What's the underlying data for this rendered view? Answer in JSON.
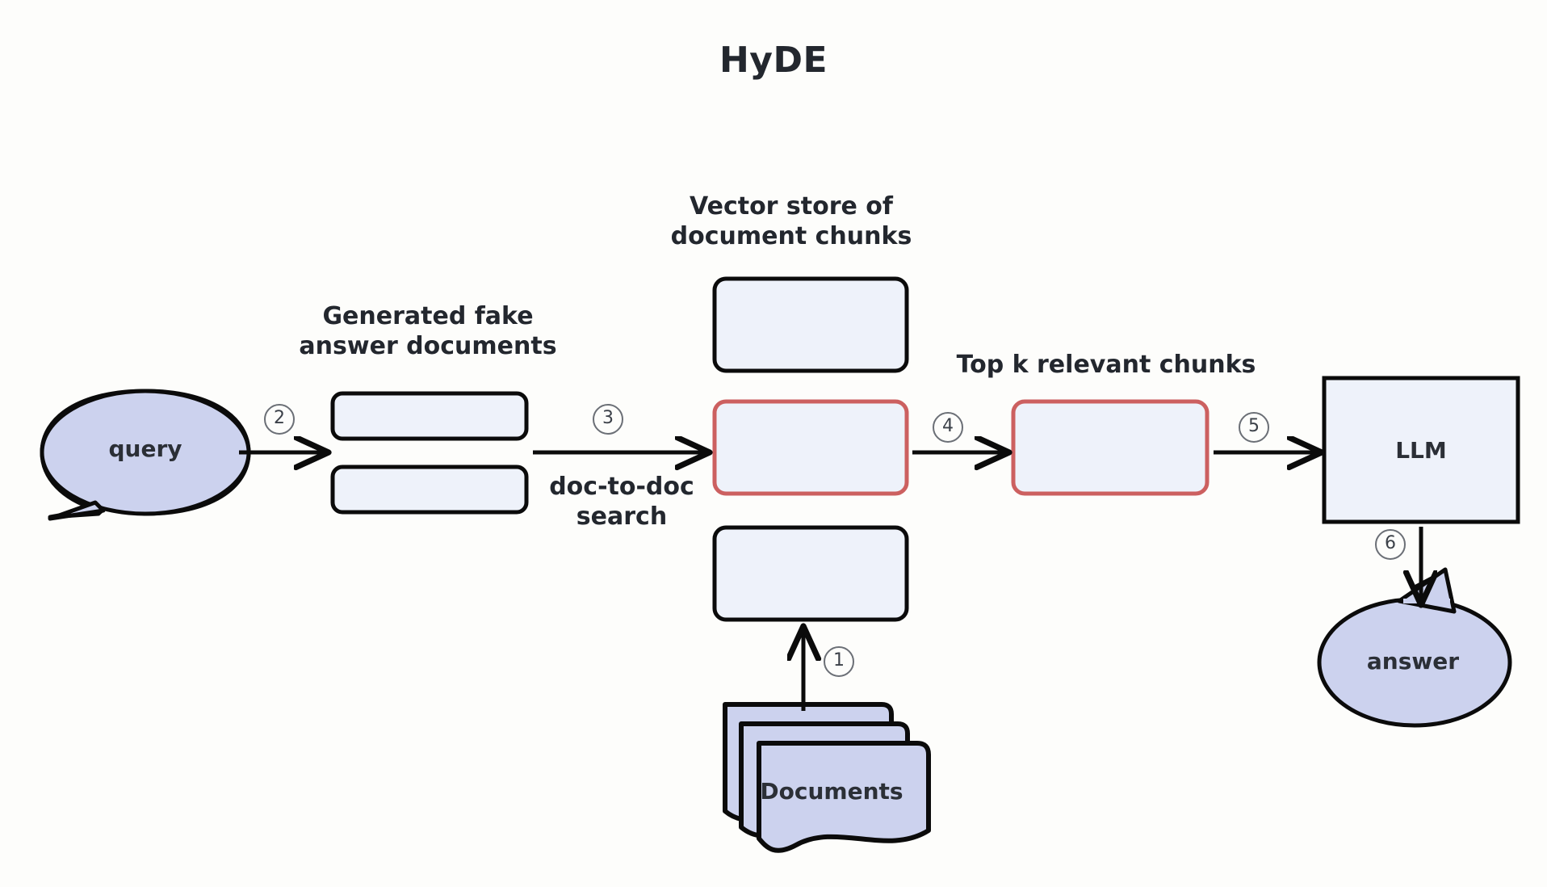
{
  "title": "HyDE",
  "colors": {
    "background": "#fdfdfb",
    "box_fill": "#eef2fa",
    "bubble_fill": "#ccd2ee",
    "doc_fill": "#ccd2ee",
    "stroke": "#0b0b0b",
    "highlight_stroke": "#cc6060",
    "text": "#23272e",
    "step_circle_stroke": "#6b6f76"
  },
  "labels": {
    "generated_fake": "Generated fake\nanswer documents",
    "vector_store": "Vector store of\ndocument chunks",
    "top_k": "Top k relevant chunks",
    "doc_to_doc": "doc-to-doc\nsearch"
  },
  "nodes": {
    "query": "query",
    "llm": "LLM",
    "answer": "answer",
    "documents": "Documents"
  },
  "steps": {
    "one": "1",
    "two": "2",
    "three": "3",
    "four": "4",
    "five": "5",
    "six": "6"
  },
  "fake_answer_boxes": [
    {
      "id": "fake-doc-box-1",
      "highlighted": false
    },
    {
      "id": "fake-doc-box-2",
      "highlighted": false
    }
  ],
  "vector_store_chunks": [
    {
      "id": "chunk-box-top",
      "highlighted": false
    },
    {
      "id": "chunk-box-middle",
      "highlighted": true
    },
    {
      "id": "chunk-box-bottom",
      "highlighted": false
    }
  ],
  "top_k_chunks": [
    {
      "id": "topk-chunk-box",
      "highlighted": true
    }
  ],
  "flow": [
    {
      "step": "1",
      "from": "Documents",
      "to": "Vector store of document chunks",
      "label": ""
    },
    {
      "step": "2",
      "from": "query",
      "to": "Generated fake answer documents",
      "label": ""
    },
    {
      "step": "3",
      "from": "Generated fake answer documents",
      "to": "Vector store of document chunks",
      "label": "doc-to-doc search"
    },
    {
      "step": "4",
      "from": "Vector store of document chunks",
      "to": "Top k relevant chunks",
      "label": ""
    },
    {
      "step": "5",
      "from": "Top k relevant chunks",
      "to": "LLM",
      "label": ""
    },
    {
      "step": "6",
      "from": "LLM",
      "to": "answer",
      "label": ""
    }
  ]
}
